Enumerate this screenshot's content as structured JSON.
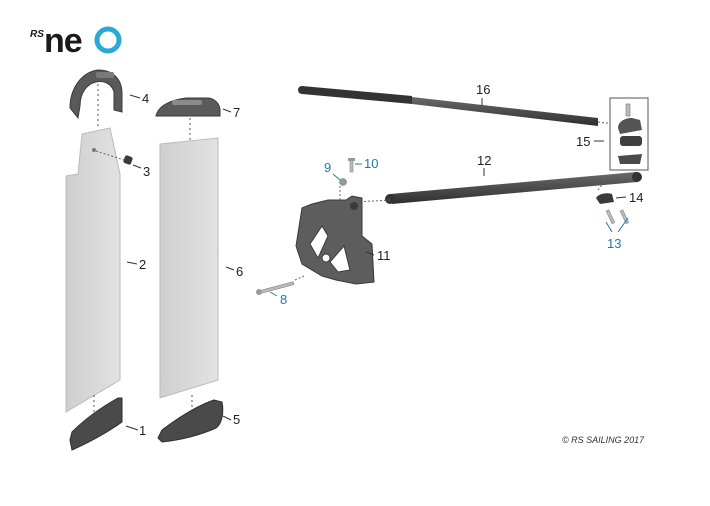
{
  "brand": {
    "prefix": "RS",
    "name": "neo",
    "color_dark": "#1a1a1a",
    "color_accent": "#2aa8d8"
  },
  "copyright": "© RS SAILING 2017",
  "colors": {
    "part_dark": "#4a4a4a",
    "part_mid": "#6d6d6d",
    "blade": "#d6d6d6",
    "label_text": "#222222",
    "label_blue": "#1f78b4"
  },
  "callouts": [
    {
      "num": "1",
      "color": "dark"
    },
    {
      "num": "2",
      "color": "dark"
    },
    {
      "num": "3",
      "color": "dark"
    },
    {
      "num": "4",
      "color": "dark"
    },
    {
      "num": "5",
      "color": "dark"
    },
    {
      "num": "6",
      "color": "dark"
    },
    {
      "num": "7",
      "color": "dark"
    },
    {
      "num": "8",
      "color": "blue"
    },
    {
      "num": "9",
      "color": "blue"
    },
    {
      "num": "10",
      "color": "blue"
    },
    {
      "num": "11",
      "color": "dark"
    },
    {
      "num": "12",
      "color": "dark"
    },
    {
      "num": "13",
      "color": "blue"
    },
    {
      "num": "14",
      "color": "dark"
    },
    {
      "num": "15",
      "color": "dark"
    },
    {
      "num": "16",
      "color": "dark"
    }
  ]
}
